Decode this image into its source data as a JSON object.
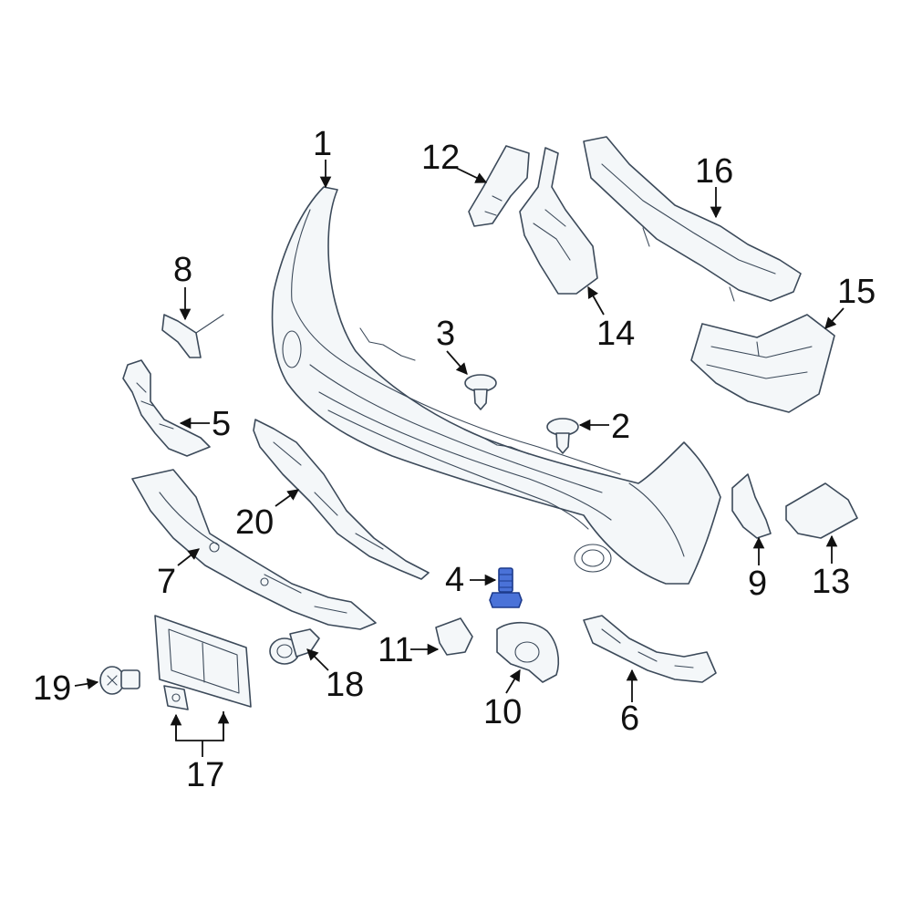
{
  "diagram": {
    "callouts": {
      "c1": "1",
      "c2": "2",
      "c3": "3",
      "c4": "4",
      "c5": "5",
      "c6": "6",
      "c7": "7",
      "c8": "8",
      "c9": "9",
      "c10": "10",
      "c11": "11",
      "c12": "12",
      "c13": "13",
      "c14": "14",
      "c15": "15",
      "c16": "16",
      "c17": "17",
      "c18": "18",
      "c19": "19",
      "c20": "20"
    },
    "colors": {
      "line": "#3c4a5a",
      "highlight": "#4a72d8"
    }
  }
}
